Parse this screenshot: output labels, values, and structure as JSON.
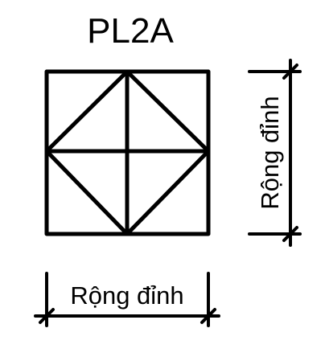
{
  "diagram": {
    "title": "PL2A",
    "bottom_dimension_label": "Rộng đỉnh",
    "side_dimension_label": "Rộng đỉnh",
    "stroke_color": "#000000",
    "background_color": "#ffffff"
  }
}
